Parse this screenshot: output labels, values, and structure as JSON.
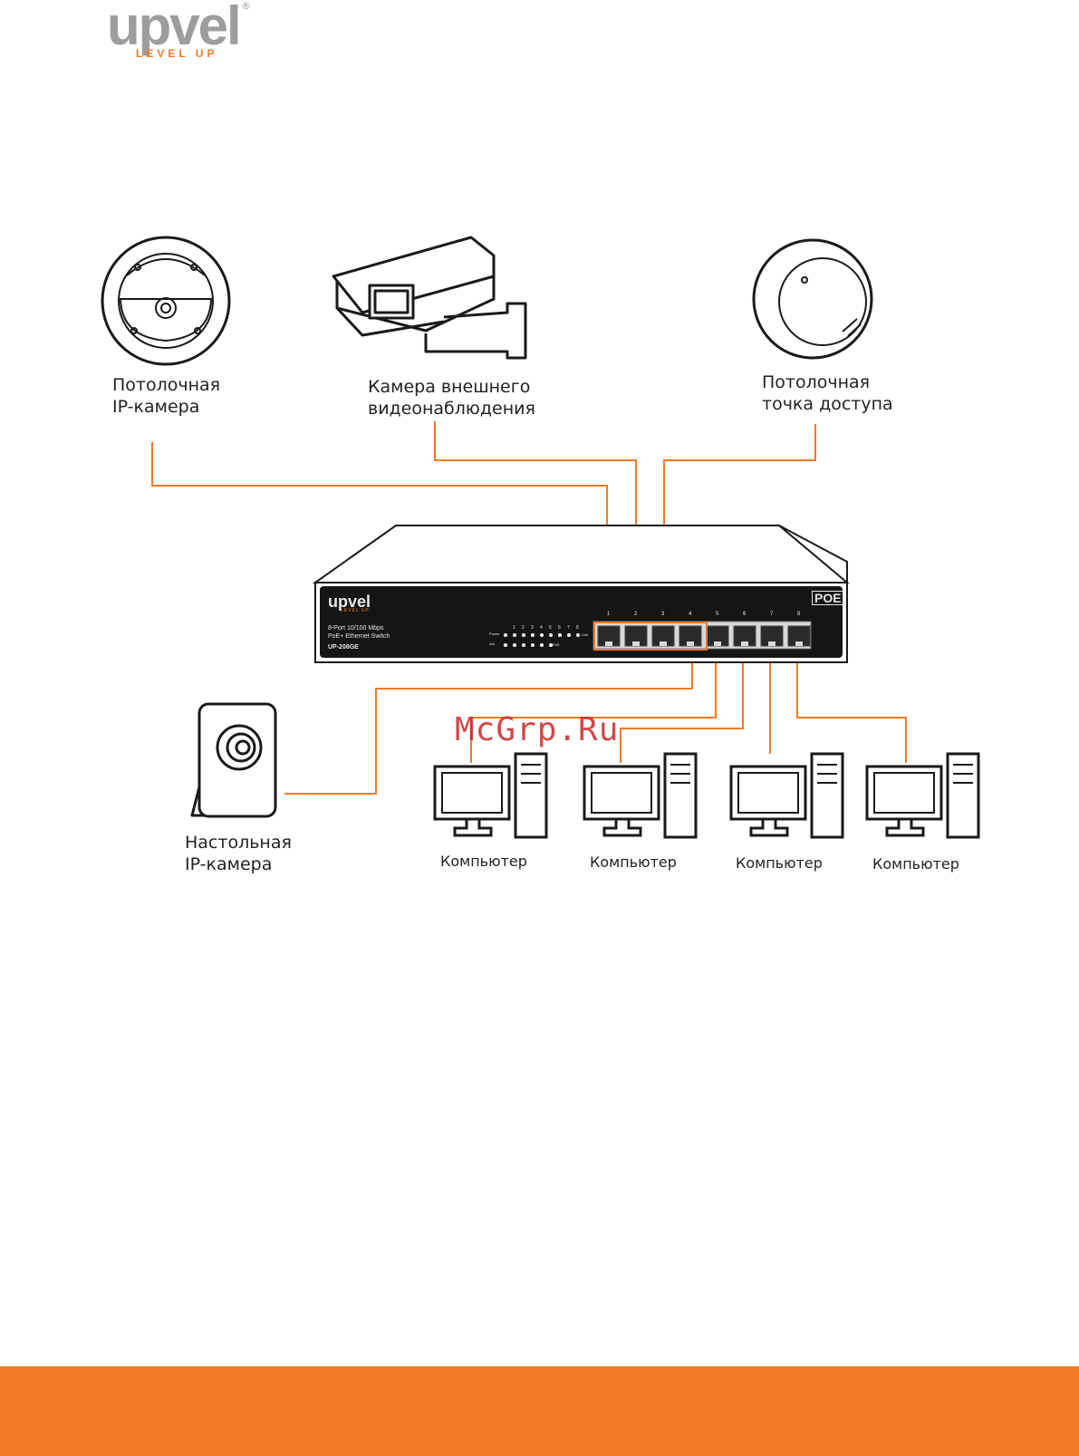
{
  "brand": {
    "name": "upvel",
    "tagline": "LEVEL UP",
    "registered": "®",
    "accent_color": "#f47a26",
    "gray_color": "#9d9d9d"
  },
  "devices": {
    "ceiling_camera": [
      "Потолочная",
      "IP-камера"
    ],
    "outdoor_camera": [
      "Камера внешнего",
      "видеонаблюдения"
    ],
    "access_point": [
      "Потолочная",
      "точка доступа"
    ],
    "desktop_camera": [
      "Настольная",
      "IP-камера"
    ],
    "computers": [
      "Компьютер",
      "Компьютер",
      "Компьютер",
      "Компьютер"
    ]
  },
  "switch": {
    "brand": "upvel",
    "tagline": "LEVEL UP",
    "description_line1": "8-Port 10/100 Mbps",
    "description_line2": "PoE+ Ethernet Switch",
    "model": "UP-208GE",
    "badge": "POE",
    "led_top_label": "Power",
    "led_bottom_label": "Act",
    "led_numbers": [
      "1",
      "2",
      "3",
      "4",
      "5",
      "6",
      "7",
      "8"
    ],
    "link_label": "Link",
    "poe_label": "PoE",
    "port_numbers": [
      "1",
      "2",
      "3",
      "4",
      "5",
      "6",
      "7",
      "8"
    ],
    "poe_ports": 4
  },
  "watermark": "McGrp.Ru"
}
